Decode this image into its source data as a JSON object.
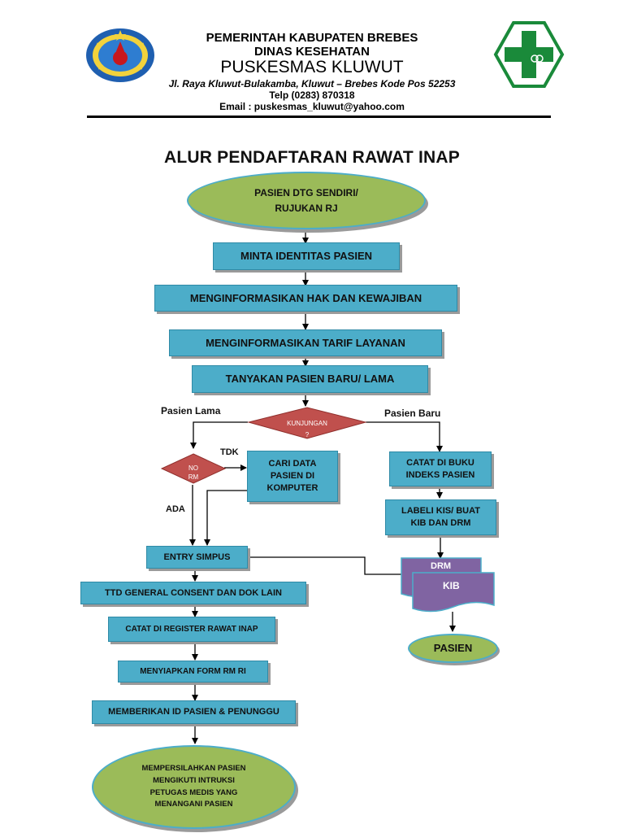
{
  "header": {
    "line1": "PEMERINTAH KABUPATEN BREBES",
    "line2": "DINAS KESEHATAN",
    "line3": "PUSKESMAS KLUWUT",
    "address": "Jl. Raya Kluwut-Bulakamba, Kluwut – Brebes Kode Pos 52253",
    "phone": "Telp (0283) 870318",
    "email": "Email : puskesmas_kluwut@yahoo.com",
    "left_logo_icon": "kabupaten-brebes-emblem-icon",
    "right_logo_icon": "puskesmas-green-cross-icon"
  },
  "title": "ALUR PENDAFTARAN RAWAT INAP",
  "nodes": {
    "start": [
      "PASIEN DTG SENDIRI/",
      "RUJUKAN RJ"
    ],
    "identity": "MINTA IDENTITAS PASIEN",
    "rights": "MENGINFORMASIKAN HAK DAN KEWAJIBAN",
    "tariff": "MENGINFORMASIKAN TARIF LAYANAN",
    "ask": "TANYAKAN PASIEN BARU/ LAMA",
    "kunjungan_line1": "KUNJUNGAN",
    "kunjungan_line2": "?",
    "no_rm_line1": "NO",
    "no_rm_line2": "RM",
    "search": [
      "CARI DATA",
      "PASIEN DI",
      "KOMPUTER"
    ],
    "book": [
      "CATAT DI BUKU",
      "INDEKS PASIEN"
    ],
    "label": [
      "LABELI KIS/ BUAT",
      "KIB DAN DRM"
    ],
    "entry": "ENTRY SIMPUS",
    "drm": "DRM",
    "kib": "KIB",
    "pasien": "PASIEN",
    "consent": "TTD GENERAL CONSENT DAN DOK LAIN",
    "register": "CATAT DI REGISTER RAWAT INAP",
    "form": "MENYIAPKAN FORM RM RI",
    "id": "MEMBERIKAN ID PASIEN & PENUNGGU",
    "end": [
      "MEMPERSILAHKAN PASIEN",
      "MENGIKUTI INTRUKSI",
      "PETUGAS MEDIS YANG",
      "MENANGANI PASIEN"
    ]
  },
  "labels": {
    "lama": "Pasien Lama",
    "baru": "Pasien Baru",
    "tdk": "TDK",
    "ada": "ADA"
  },
  "colors": {
    "box": "#4cadc9",
    "oval": "#9bbb59",
    "diamond": "#c0504d",
    "document": "#8064a2"
  }
}
